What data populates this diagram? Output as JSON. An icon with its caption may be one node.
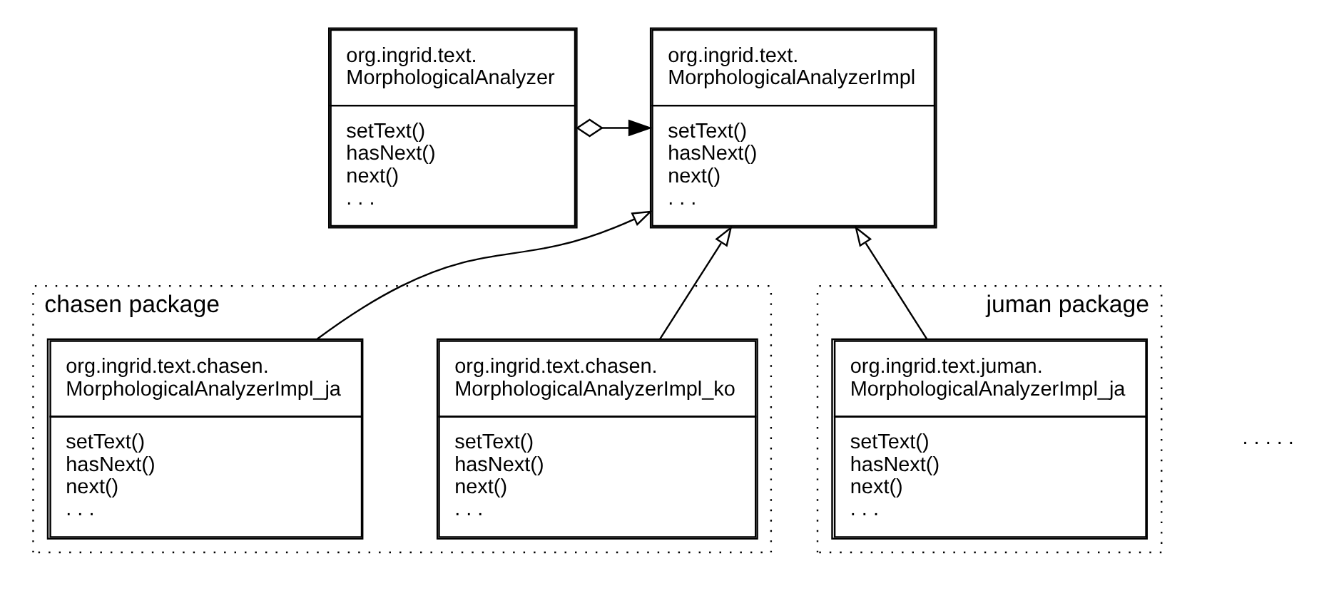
{
  "diagram": {
    "nodes": [
      {
        "text": [
          "org.ingrid.text. MorphologicalAnalyzer",
          "setText()",
          "hasNext()",
          "next()",
          ". . ."
        ]
      },
      {
        "text": [
          "org.ingrid.text. MorphologicalAnalyzerImpl",
          "setText()",
          "hasNext()",
          "next()",
          ". . ."
        ]
      },
      {
        "text": [
          "chasen package"
        ]
      },
      {
        "text": [
          "org.ingrid.text.chasen. MorphologicalAnalyzerImpl_ja",
          "setText()",
          "hasNext()",
          "next()",
          ". . ."
        ],
        "in": 2
      },
      {
        "text": [
          "org.ingrid.text.chasen. MorphologicalAnalyzerImpl_ko",
          "setText()",
          "hasNext()",
          "next()",
          ". . ."
        ],
        "in": 2
      },
      {
        "text": [
          "juman package"
        ]
      },
      {
        "text": [
          "org.ingrid.text.juman. MorphologicalAnalyzerImpl_ja",
          "setText()",
          "hasNext()",
          "next()",
          ". . ."
        ],
        "in": 5
      }
    ],
    "edges": [
      {
        "from": 0,
        "to": 1,
        "arrow": "to"
      },
      {
        "from": 3,
        "to": 1,
        "arrow": "to"
      },
      {
        "from": 4,
        "to": 1,
        "arrow": "to"
      },
      {
        "from": 6,
        "to": 1,
        "arrow": "to"
      }
    ],
    "labels": [
      ". . . . ."
    ]
  }
}
